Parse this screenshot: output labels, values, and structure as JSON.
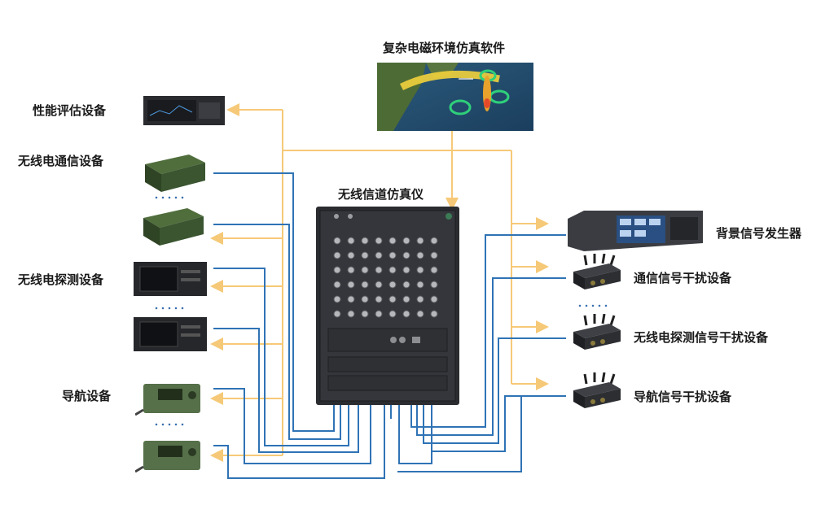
{
  "title_software": "复杂电磁环境仿真软件",
  "title_center": "无线信道仿真仪",
  "left_labels": {
    "perf": "性能评估设备",
    "comm": "无线电通信设备",
    "detect": "无线电探测设备",
    "nav": "导航设备"
  },
  "right_labels": {
    "bg": "背景信号发生器",
    "comm_jam": "通信信号干扰设备",
    "detect_jam": "无线电探测信号干扰设备",
    "nav_jam": "导航信号干扰设备"
  },
  "colors": {
    "signal_line": "#2f73b5",
    "control_line": "#f6c978",
    "device_dark": "#2b2d31",
    "device_green": "#3e5a2f"
  }
}
